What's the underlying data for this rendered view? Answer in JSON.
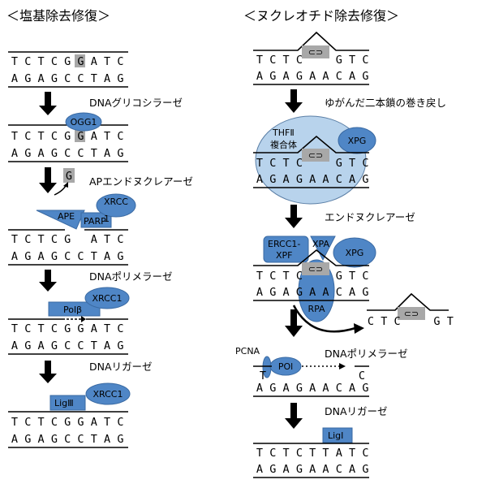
{
  "titles": {
    "left": "＜塩基除去修復＞",
    "right": "＜ヌクレオチド除去修復＞"
  },
  "left_steps": {
    "s1_label": "DNAグリコシラーゼ",
    "s2_label": "APエンドヌクレアーゼ",
    "s3_label": "DNAポリメラーゼ",
    "s4_label": "DNAリガーゼ"
  },
  "right_steps": {
    "s1_label": "ゆがんだ二本鎖の巻き戻し",
    "s2_label": "エンドヌクレアーゼ",
    "s3_label": "DNAポリメラーゼ",
    "s4_label": "DNAリガーゼ"
  },
  "enzymes": {
    "ogg1": "OGG1",
    "base_g": "G",
    "ape": "APE",
    "xrcc": "XRCC",
    "xrcc_1": "1",
    "parp": "PARP",
    "xrcc1": "XRCC1",
    "pol_beta": "Polβ",
    "lig3": "LigⅢ",
    "thfii": "THFⅡ",
    "complex": "複合体",
    "xpg": "XPG",
    "ercc1": "ERCC1-",
    "xpf": "XPF",
    "xpa": "XPA",
    "rpa": "RPA",
    "pcna": "PCNA",
    "pol": "POl",
    "lig1": "LigⅠ",
    "lesion": "⊂⊃"
  },
  "sequences": {
    "left_top": [
      "T",
      "C",
      "T",
      "C",
      "G",
      "G",
      "A",
      "T",
      "C"
    ],
    "left_top_cut": [
      "T",
      "C",
      "T",
      "C",
      "G",
      "",
      "A",
      "T",
      "C"
    ],
    "left_bottom": [
      "A",
      "G",
      "A",
      "G",
      "C",
      "C",
      "T",
      "A",
      "G"
    ],
    "right_top_damaged": [
      "T",
      "C",
      "T",
      "C",
      "",
      "",
      "G",
      "T",
      "C"
    ],
    "right_top_gap_left": "T",
    "right_top_gap_right": "C",
    "right_top_final": [
      "T",
      "C",
      "T",
      "C",
      "T",
      "T",
      "A",
      "T",
      "C"
    ],
    "right_bottom": [
      "A",
      "G",
      "A",
      "G",
      "A",
      "A",
      "C",
      "A",
      "G"
    ],
    "excised": [
      "C",
      "T",
      "C",
      "",
      "",
      "G",
      "T"
    ]
  },
  "colors": {
    "enzyme_fill": "#4f86c6",
    "enzyme_stroke": "#3a6aa3",
    "complex_fill": "#b8d3ec",
    "lesion_fill": "#a8a8a8"
  }
}
